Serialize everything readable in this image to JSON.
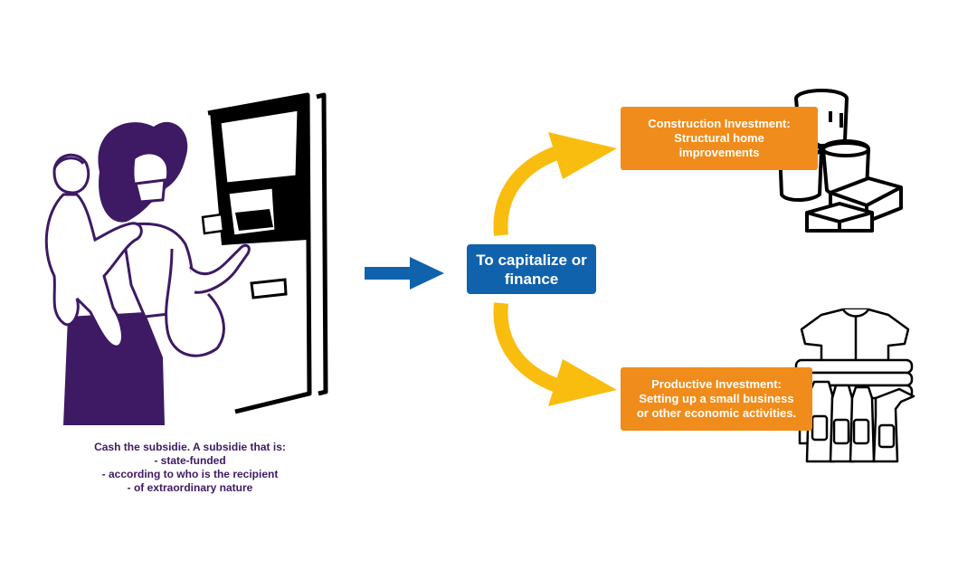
{
  "caption": {
    "lines": [
      "Cash the subsidie. A subsidie that is:",
      "- state-funded",
      "- according to who is the recipient",
      "- of extraordinary nature"
    ]
  },
  "center": {
    "line1": "To capitalize or",
    "line2": "finance"
  },
  "outcome_top": {
    "line1": "Construction Investment:",
    "line2": "Structural home",
    "line3": "improvements"
  },
  "outcome_bottom": {
    "line1": "Productive Investment:",
    "line2": "Setting up a small business",
    "line3": "or other economic activities."
  },
  "colors": {
    "purple": "#3d1a63",
    "blue": "#1062ad",
    "orange": "#f08c1b",
    "yellow": "#f9bd10"
  },
  "icons": {
    "left": "woman-with-child-at-atm-icon",
    "top": "paint-buckets-and-bricks-icon",
    "bottom": "clothes-and-cleaning-products-icon"
  }
}
